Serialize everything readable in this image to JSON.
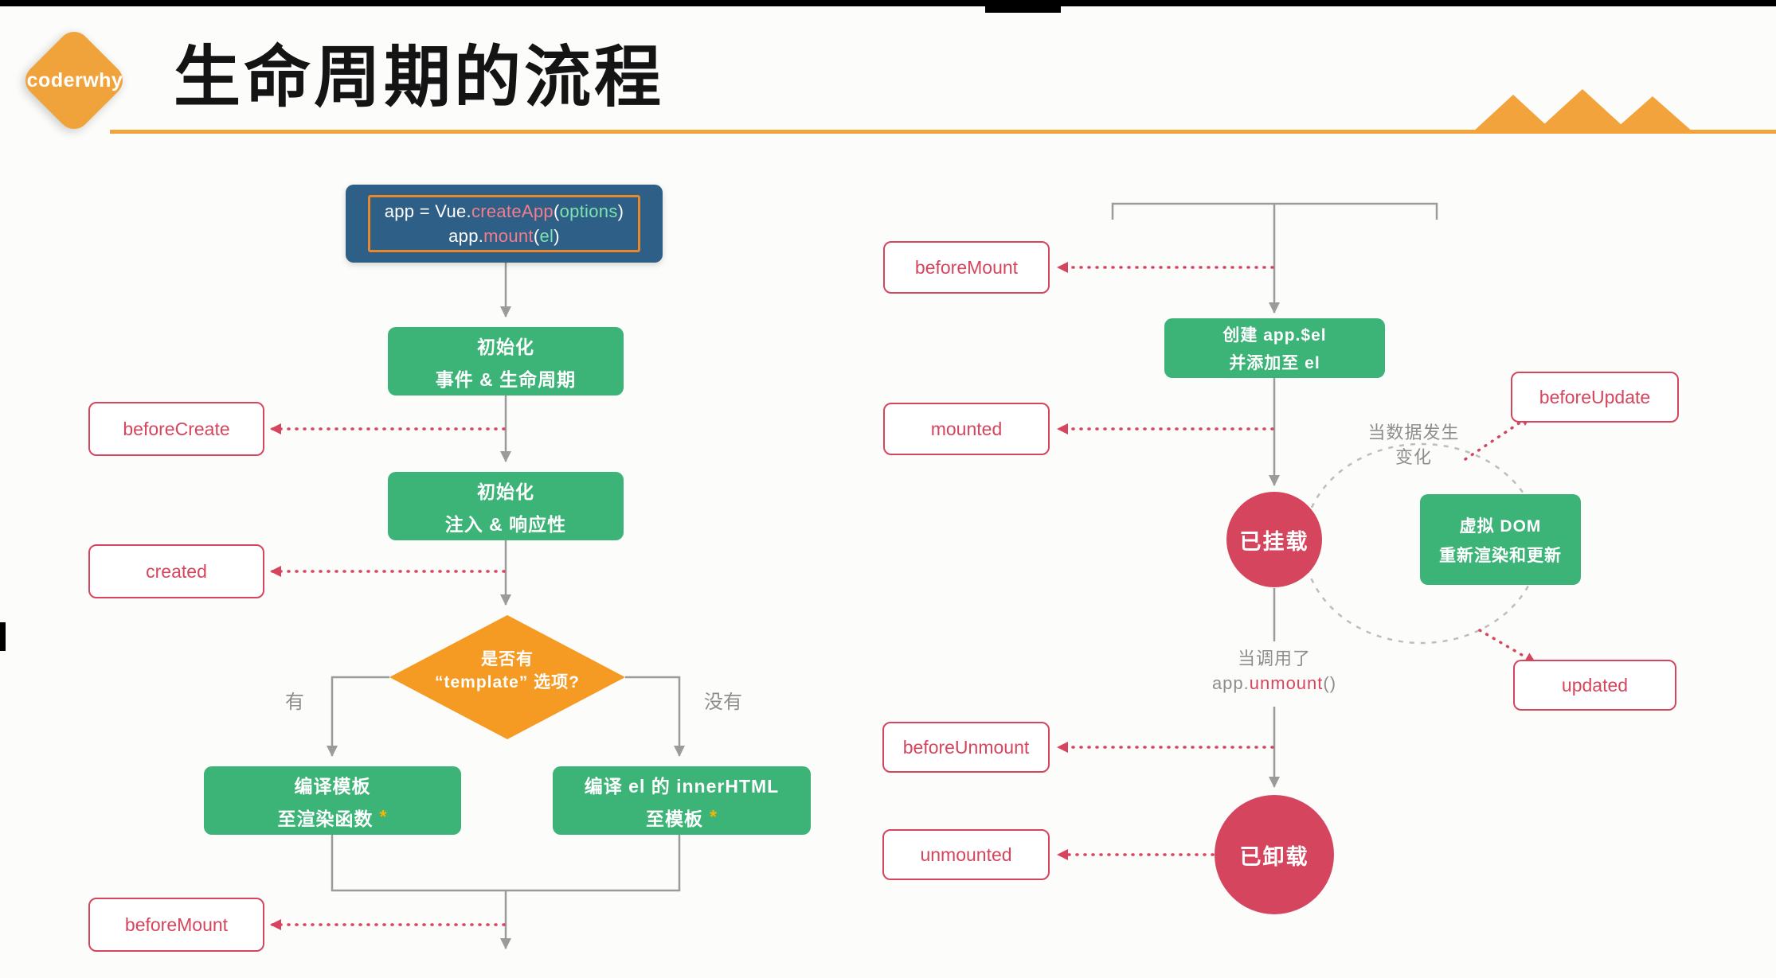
{
  "header": {
    "logo_text": "coderwhy",
    "title": "生命周期的流程"
  },
  "code_box": {
    "l1_pre": "app = Vue.",
    "l1_fn": "createApp",
    "l1_open": "(",
    "l1_arg": "options",
    "l1_close": ")",
    "l2_pre": "app.",
    "l2_fn": "mount",
    "l2_open": "(",
    "l2_arg": "el",
    "l2_close": ")"
  },
  "left_flow": {
    "init_events": {
      "line1": "初始化",
      "line2": "事件 & 生命周期"
    },
    "hook_before_create": "beforeCreate",
    "init_injection": {
      "line1": "初始化",
      "line2": "注入 & 响应性"
    },
    "hook_created": "created",
    "template_decision": {
      "line1": "是否有",
      "line2": "“template” 选项?"
    },
    "branch_yes": "有",
    "branch_no": "没有",
    "compile_template": {
      "line1": "编译模板",
      "line2": "至渲染函数",
      "star": "*"
    },
    "compile_el_html": {
      "line1": "编译 el 的 innerHTML",
      "line2": "至模板",
      "star": "*"
    },
    "hook_before_mount": "beforeMount"
  },
  "right_flow": {
    "hook_before_mount": "beforeMount",
    "create_app_el": {
      "line1": "创建 app.$el",
      "line2": "并添加至 el"
    },
    "hook_mounted": "mounted",
    "state_mounted": "已挂载",
    "note_data_change": {
      "line1": "当数据发生",
      "line2": "变化"
    },
    "hook_before_update": "beforeUpdate",
    "virtual_dom": {
      "line1": "虚拟 DOM",
      "line2": "重新渲染和更新"
    },
    "hook_updated": "updated",
    "note_unmount": {
      "line1": "当调用了",
      "l2_pre": "app.",
      "l2_fn": "unmount",
      "l2_close": "()"
    },
    "hook_before_unmount": "beforeUnmount",
    "state_unmounted": "已卸载",
    "hook_unmounted": "unmounted"
  },
  "colors": {
    "accent_orange": "#f2a33c",
    "diamond_orange": "#f59b23",
    "box_green": "#3cb377",
    "hook_crimson": "#d5455e",
    "code_bg": "#2e5f86",
    "code_border": "#e8872b",
    "line_gray": "#9b9b9b"
  }
}
